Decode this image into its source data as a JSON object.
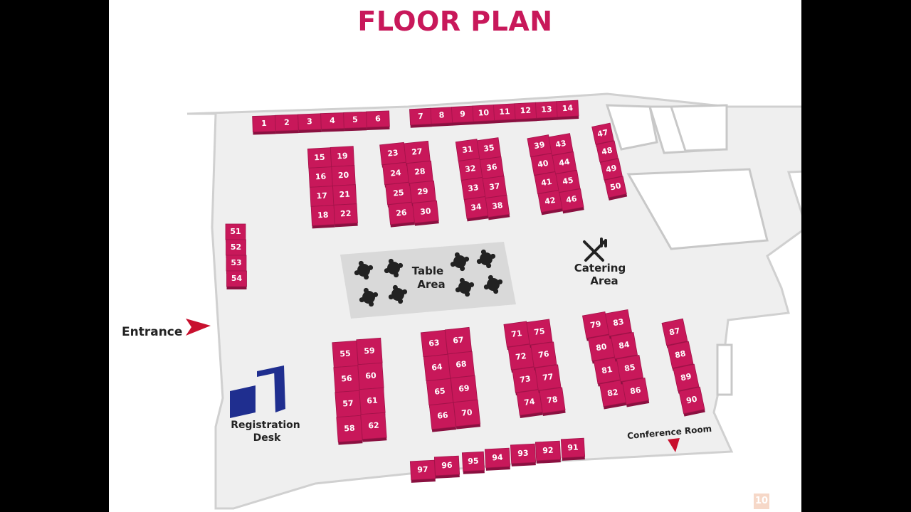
{
  "page_title": "FLOOR PLAN",
  "colors": {
    "booth": "#c8185a",
    "booth_dark": "#8a1040",
    "title": "#c8185a",
    "floor": "#efefef",
    "table_area": "#d9d9d9",
    "registration": "#1f2e8f",
    "arrow": "#c8102e"
  },
  "labels": {
    "entrance": "Entrance",
    "table_area_1": "Table",
    "table_area_2": "Area",
    "catering_1": "Catering",
    "catering_2": "Area",
    "registration_1": "Registration",
    "registration_2": "Desk",
    "conference_room": "Conference Room"
  },
  "icons": [
    "utensils-icon",
    "table-icon",
    "arrow-icon"
  ],
  "page_number": "10",
  "booths": [
    "1",
    "2",
    "3",
    "4",
    "5",
    "6",
    "7",
    "8",
    "9",
    "10",
    "11",
    "12",
    "13",
    "14",
    "15",
    "16",
    "17",
    "18",
    "19",
    "20",
    "21",
    "22",
    "23",
    "24",
    "25",
    "26",
    "27",
    "28",
    "29",
    "30",
    "31",
    "32",
    "33",
    "34",
    "35",
    "36",
    "37",
    "38",
    "39",
    "40",
    "41",
    "42",
    "43",
    "44",
    "45",
    "46",
    "47",
    "48",
    "49",
    "50",
    "51",
    "52",
    "53",
    "54",
    "55",
    "56",
    "57",
    "58",
    "59",
    "60",
    "61",
    "62",
    "63",
    "64",
    "65",
    "66",
    "67",
    "68",
    "69",
    "70",
    "71",
    "72",
    "73",
    "74",
    "75",
    "76",
    "77",
    "78",
    "79",
    "80",
    "81",
    "82",
    "83",
    "84",
    "85",
    "86",
    "87",
    "88",
    "89",
    "90",
    "91",
    "92",
    "93",
    "94",
    "95",
    "96",
    "97"
  ]
}
